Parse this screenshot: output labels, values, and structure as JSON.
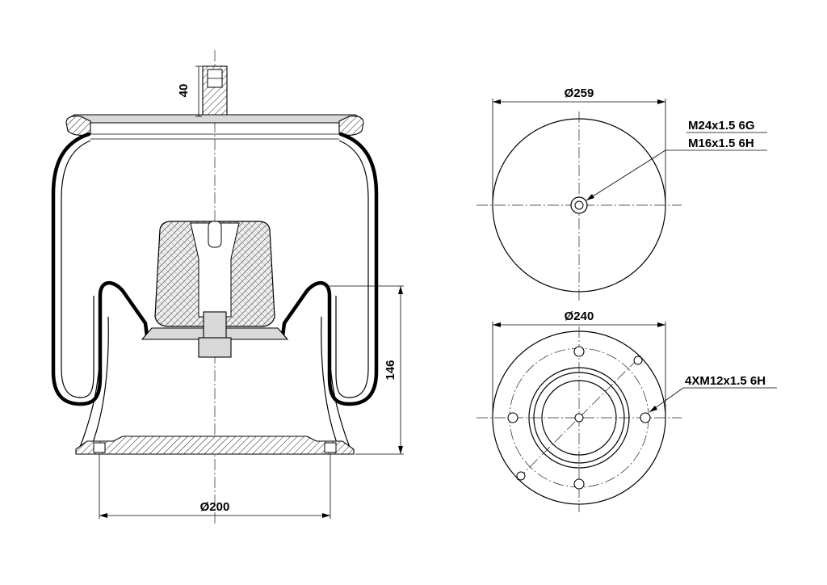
{
  "colors": {
    "line": "#000000",
    "background": "#ffffff",
    "hatch_fill": "#d9d9d9"
  },
  "side_view": {
    "height_dim": "40",
    "stroke_dim": "146",
    "base_diameter": "Ø200"
  },
  "top_view": {
    "diameter": "Ø259",
    "thread_label_1": "M24x1.5 6G",
    "thread_label_2": "M16x1.5 6H"
  },
  "bottom_view": {
    "diameter": "Ø240",
    "bolt_label": "4XM12x1.5 6H"
  }
}
